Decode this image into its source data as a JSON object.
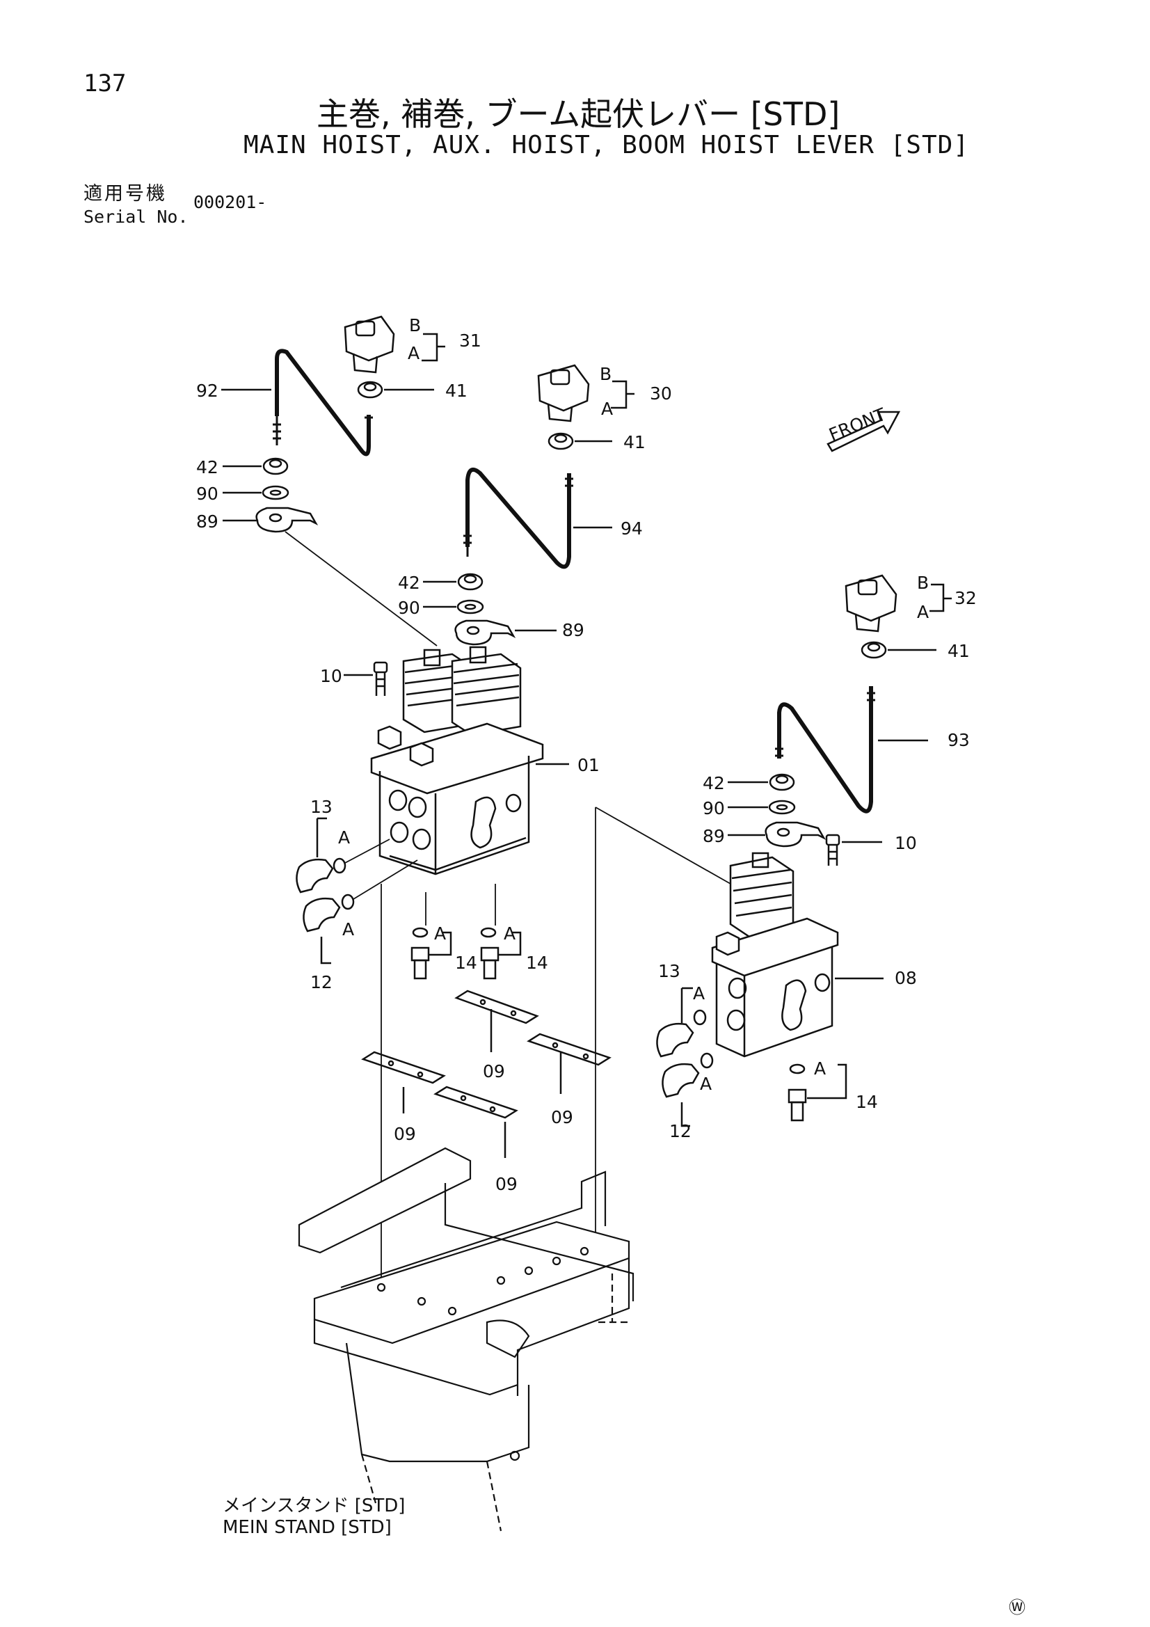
{
  "page": {
    "page_number": "137",
    "title_jp": "主巻, 補巻, ブーム起伏レバー [STD]",
    "title_en": "MAIN HOIST, AUX. HOIST, BOOM HOIST LEVER [STD]",
    "serial_label_jp": "適用号機",
    "serial_label_en": "Serial No.",
    "serial_value": "000201-",
    "stand_label_jp": "メインスタンド [STD]",
    "stand_label_en": "MEIN STAND [STD]",
    "front_label": "FRONT",
    "watermark": "Ⓦ"
  },
  "callouts": {
    "c31": "31",
    "c30": "30",
    "c32": "32",
    "c41a": "41",
    "c41b": "41",
    "c41c": "41",
    "c92": "92",
    "c94": "94",
    "c93": "93",
    "c42a": "42",
    "c42b": "42",
    "c42c": "42",
    "c90a": "90",
    "c90b": "90",
    "c90c": "90",
    "c89a": "89",
    "c89b": "89",
    "c89c": "89",
    "c10a": "10",
    "c10b": "10",
    "c01": "01",
    "c08": "08",
    "c13a": "13",
    "c13b": "13",
    "c12a": "12",
    "c12b": "12",
    "c14a": "14",
    "c14b": "14",
    "c14c": "14",
    "c09a": "09",
    "c09b": "09",
    "c09c": "09",
    "c09d": "09",
    "A": "A",
    "B": "B"
  }
}
